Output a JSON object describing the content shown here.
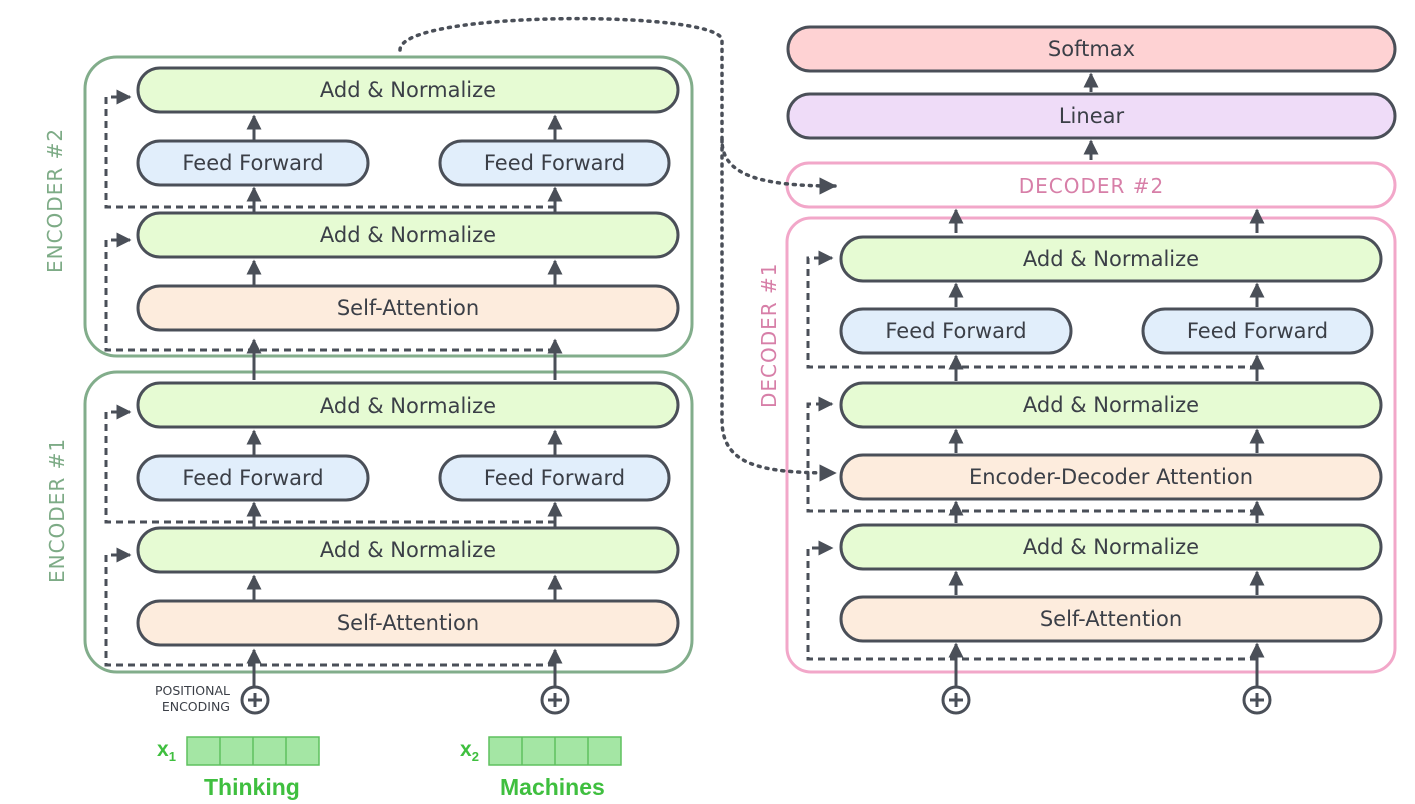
{
  "encoder_2": {
    "label": "ENCODER #2",
    "add_norm_top": "Add & Normalize",
    "feed_forward_1": "Feed Forward",
    "feed_forward_2": "Feed Forward",
    "add_norm_mid": "Add & Normalize",
    "self_attention": "Self-Attention"
  },
  "encoder_1": {
    "label": "ENCODER #1",
    "add_norm_top": "Add & Normalize",
    "feed_forward_1": "Feed Forward",
    "feed_forward_2": "Feed Forward",
    "add_norm_mid": "Add & Normalize",
    "self_attention": "Self-Attention"
  },
  "decoder_head": {
    "softmax": "Softmax",
    "linear": "Linear",
    "decoder_2": "DECODER #2"
  },
  "decoder_1": {
    "label": "DECODER #1",
    "add_norm_top": "Add & Normalize",
    "feed_forward_1": "Feed Forward",
    "feed_forward_2": "Feed Forward",
    "add_norm_2": "Add & Normalize",
    "enc_dec_attention": "Encoder-Decoder Attention",
    "add_norm_1": "Add & Normalize",
    "self_attention": "Self-Attention"
  },
  "inputs": {
    "positional_encoding": "POSITIONAL\nENCODING",
    "x1": "x",
    "x1_sub": "1",
    "x2": "x",
    "x2_sub": "2",
    "word1": "Thinking",
    "word2": "Machines"
  },
  "colors": {
    "encoder_border": "#82ad8b",
    "decoder_border": "#f2a7c9",
    "add_norm_fill": "#e6fbd3",
    "feed_forward_fill": "#e1eefb",
    "attention_fill": "#fdecdd",
    "softmax_fill": "#fed2d3",
    "linear_fill": "#efdcf8",
    "embedding_fill": "#a4e6a4",
    "stroke": "#4a4f58"
  }
}
